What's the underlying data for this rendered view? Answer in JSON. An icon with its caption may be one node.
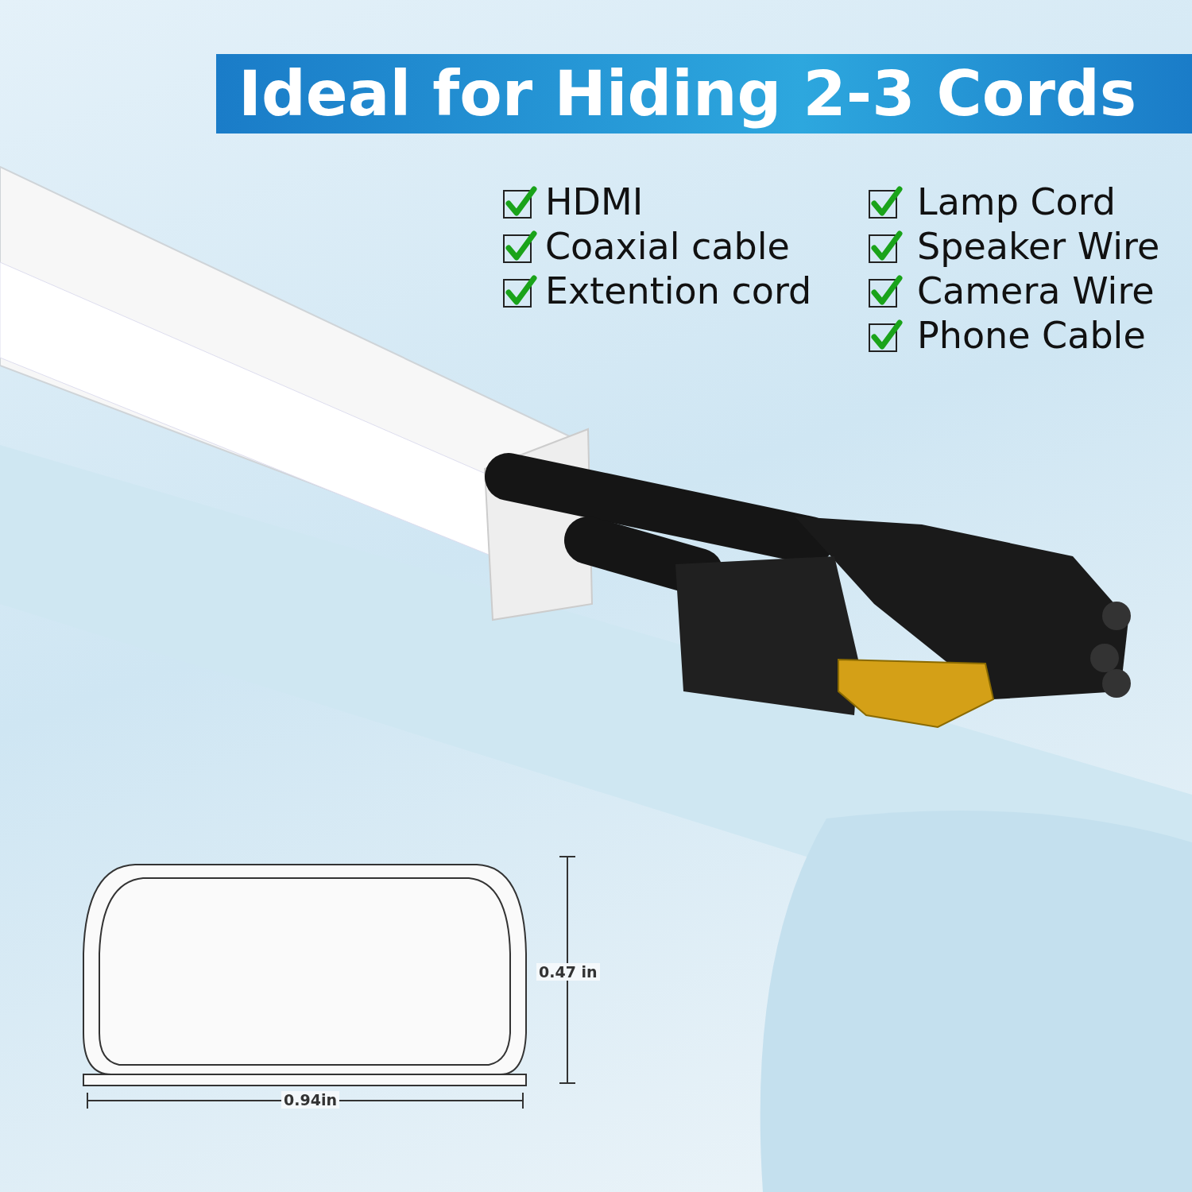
{
  "diagram": {
    "title": "Ideal for Hiding 2-3 Cords",
    "labels": [
      "HDMI",
      "Coaxial cable",
      "Extention cord",
      "Lamp Cord",
      "Speaker Wire",
      "Camera Wire",
      "Phone Cable",
      "0.47 in",
      "0.94in"
    ]
  }
}
